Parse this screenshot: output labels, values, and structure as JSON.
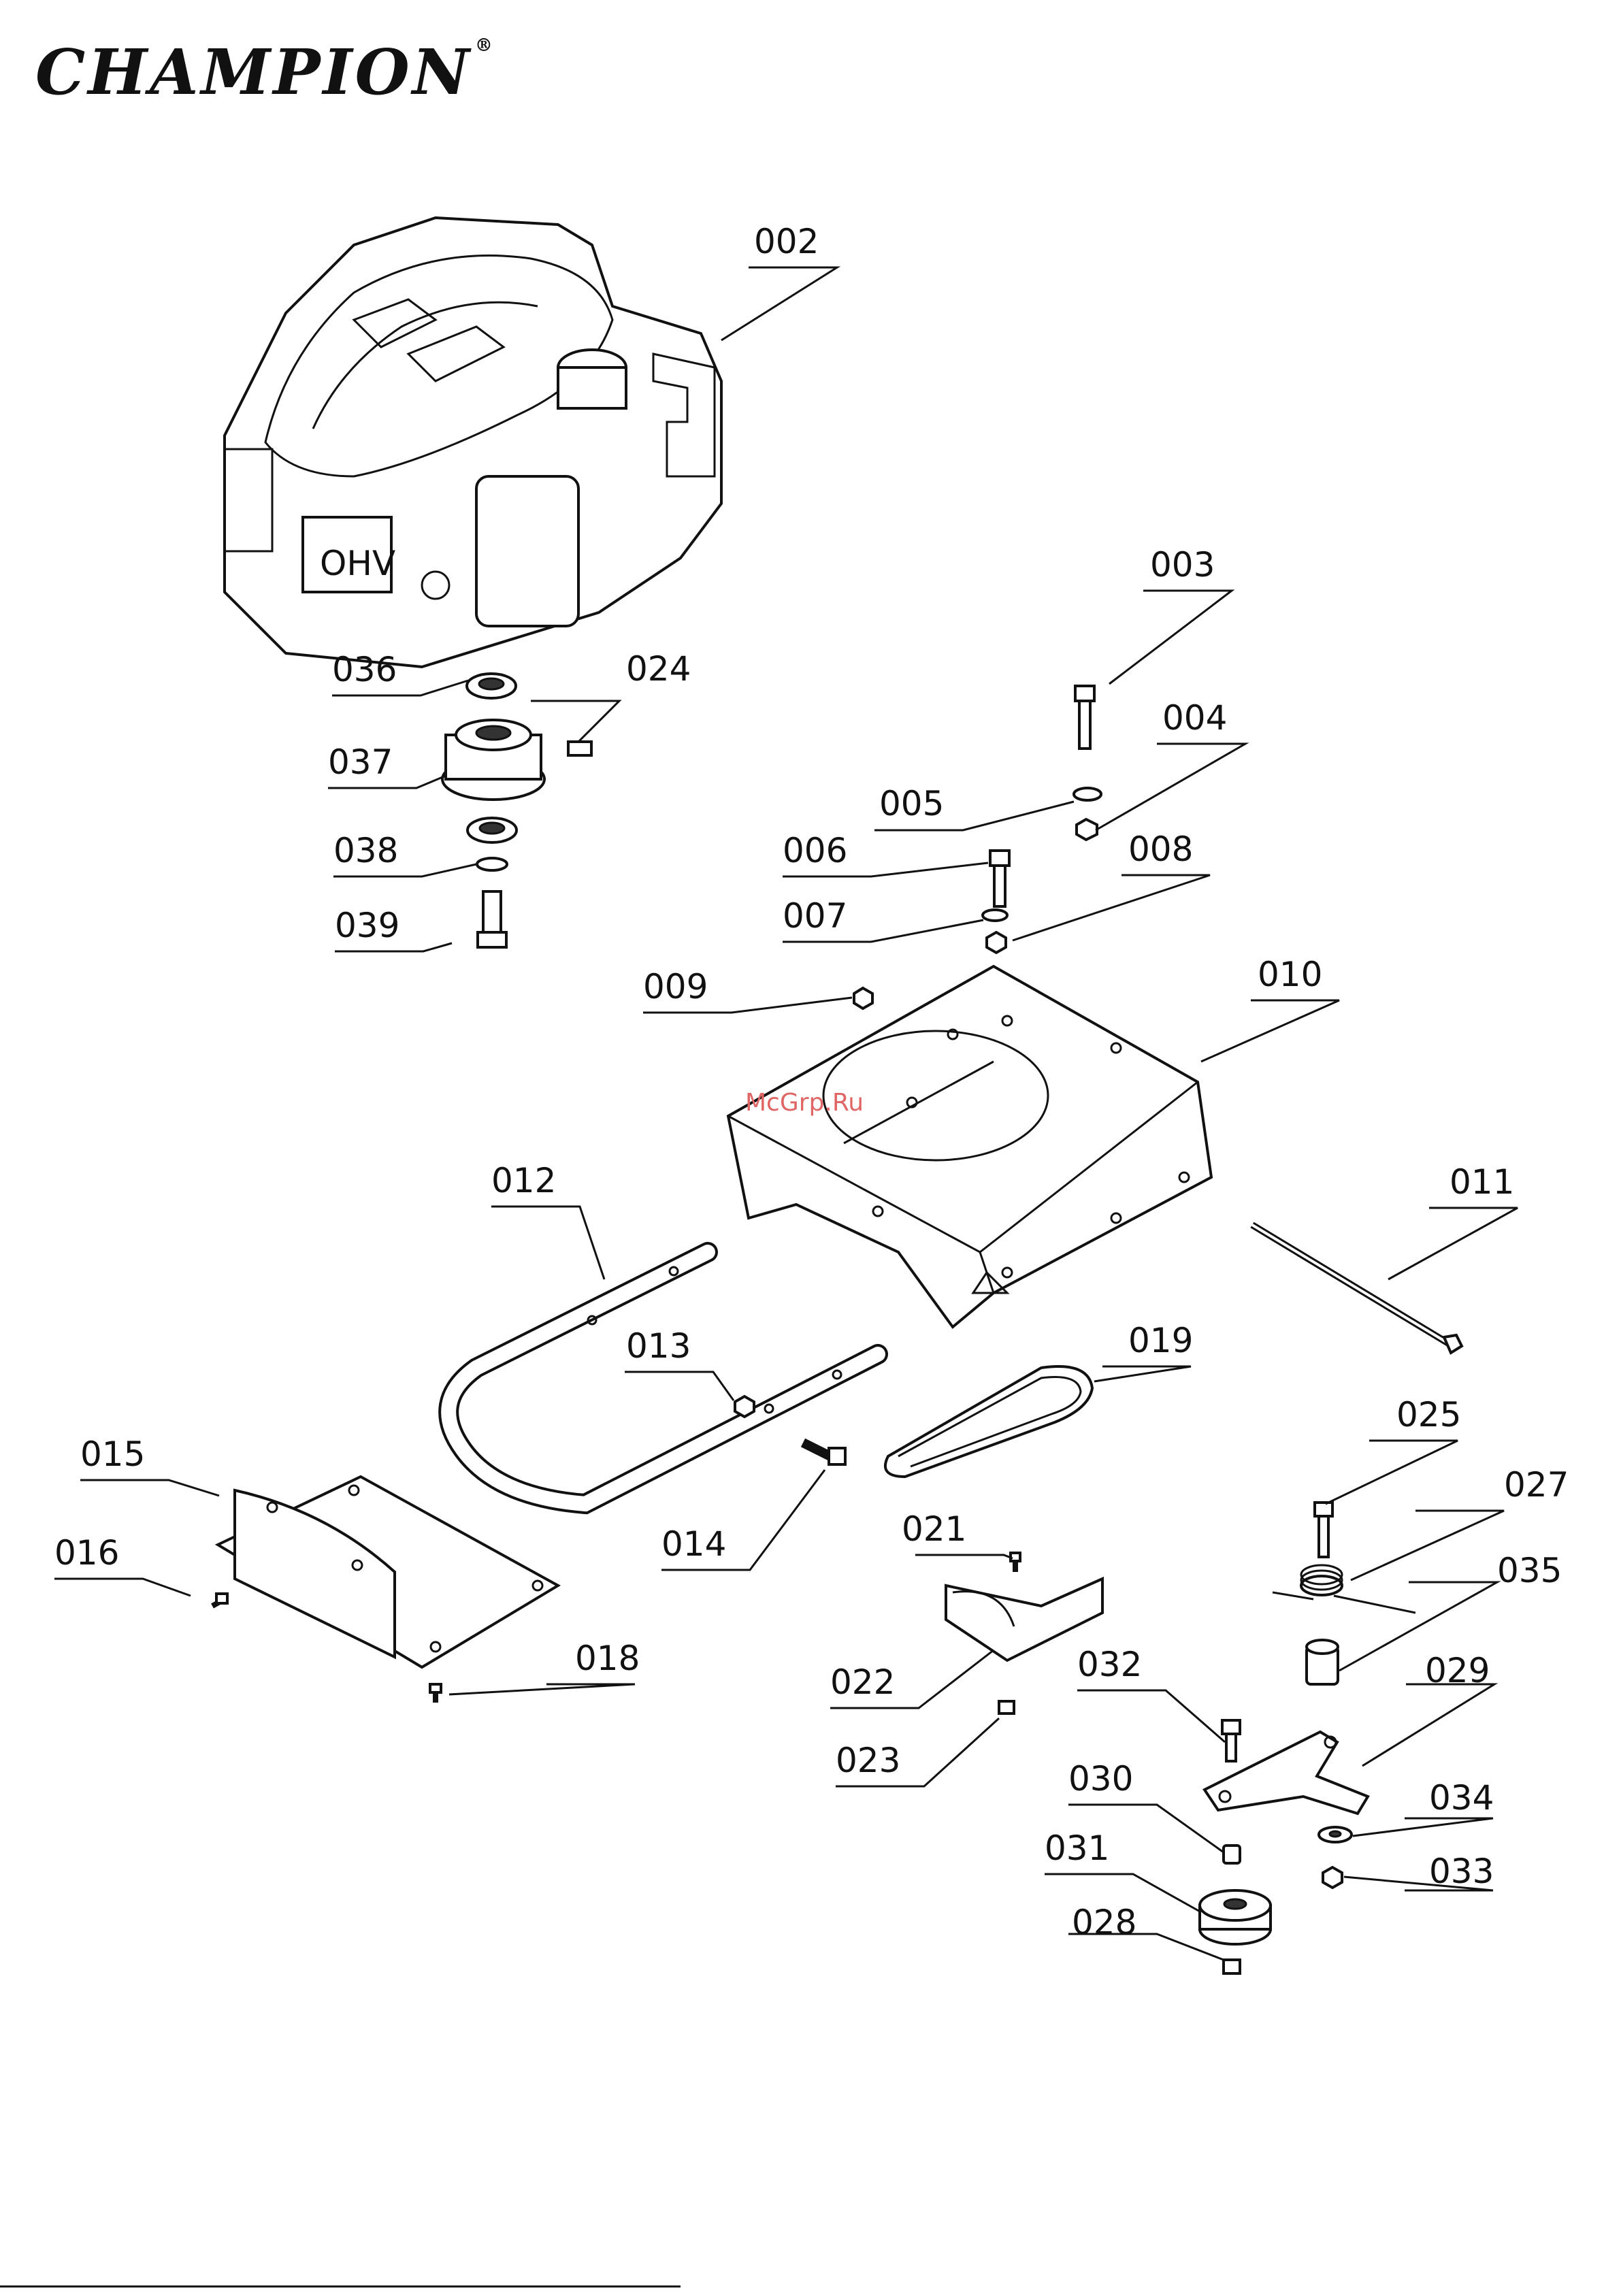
{
  "brand": {
    "name": "CHAMPION",
    "registered": "®"
  },
  "watermark": "McGrp.Ru",
  "engine_badge": "OHV",
  "labels": [
    "002",
    "003",
    "004",
    "005",
    "006",
    "007",
    "008",
    "009",
    "010",
    "011",
    "012",
    "013",
    "014",
    "015",
    "016",
    "018",
    "019",
    "021",
    "022",
    "023",
    "024",
    "025",
    "027",
    "028",
    "029",
    "030",
    "031",
    "032",
    "033",
    "034",
    "035",
    "036",
    "037",
    "038",
    "039"
  ]
}
